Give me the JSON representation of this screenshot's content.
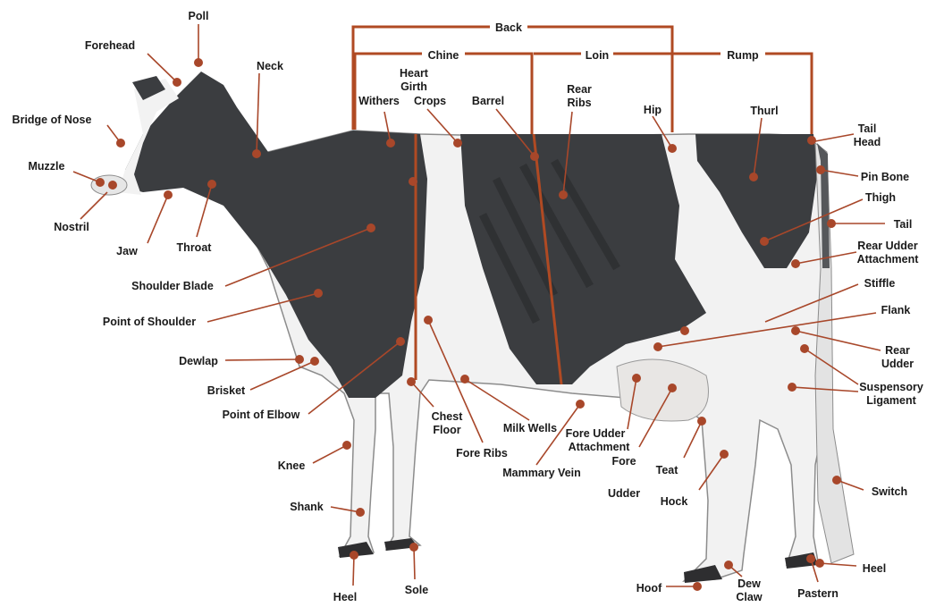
{
  "colors": {
    "accent": "#a8472a",
    "bracket": "#b04a23",
    "hide_dark": "#3b3d40",
    "hide_light": "#f1f1f1"
  },
  "brackets": {
    "back": "Back",
    "chine": "Chine",
    "loin": "Loin",
    "rump": "Rump"
  },
  "labels": {
    "poll": "Poll",
    "forehead": "Forehead",
    "neck": "Neck",
    "heart_girth_1": "Heart",
    "heart_girth_2": "Girth",
    "withers": "Withers",
    "crops": "Crops",
    "barrel": "Barrel",
    "rear_ribs_1": "Rear",
    "rear_ribs_2": "Ribs",
    "hip": "Hip",
    "thurl": "Thurl",
    "tail_head_1": "Tail",
    "tail_head_2": "Head",
    "bridge_of_nose": "Bridge of Nose",
    "muzzle": "Muzzle",
    "nostril": "Nostril",
    "jaw": "Jaw",
    "throat": "Throat",
    "pin_bone": "Pin Bone",
    "thigh": "Thigh",
    "tail": "Tail",
    "rear_udder_attachment_1": "Rear Udder",
    "rear_udder_attachment_2": "Attachment",
    "stiffle": "Stiffle",
    "shoulder_blade": "Shoulder Blade",
    "point_of_shoulder": "Point of Shoulder",
    "flank": "Flank",
    "rear_udder_1": "Rear",
    "rear_udder_2": "Udder",
    "dewlap": "Dewlap",
    "brisket": "Brisket",
    "suspensory_ligament_1": "Suspensory",
    "suspensory_ligament_2": "Ligament",
    "point_of_elbow": "Point of Elbow",
    "chest_floor_1": "Chest",
    "chest_floor_2": "Floor",
    "milk_wells": "Milk Wells",
    "fore_udder_attachment_1": "Fore Udder",
    "fore_udder_attachment_2": "Attachment",
    "fore_ribs": "Fore Ribs",
    "knee": "Knee",
    "mammary_vein": "Mammary Vein",
    "fore_udder_1": "Fore",
    "fore_udder_2": "Udder",
    "teat": "Teat",
    "hock": "Hock",
    "switch": "Switch",
    "shank": "Shank",
    "heel_front": "Heel",
    "sole": "Sole",
    "hoof": "Hoof",
    "dew_claw_1": "Dew",
    "dew_claw_2": "Claw",
    "pastern": "Pastern",
    "heel_rear": "Heel"
  }
}
